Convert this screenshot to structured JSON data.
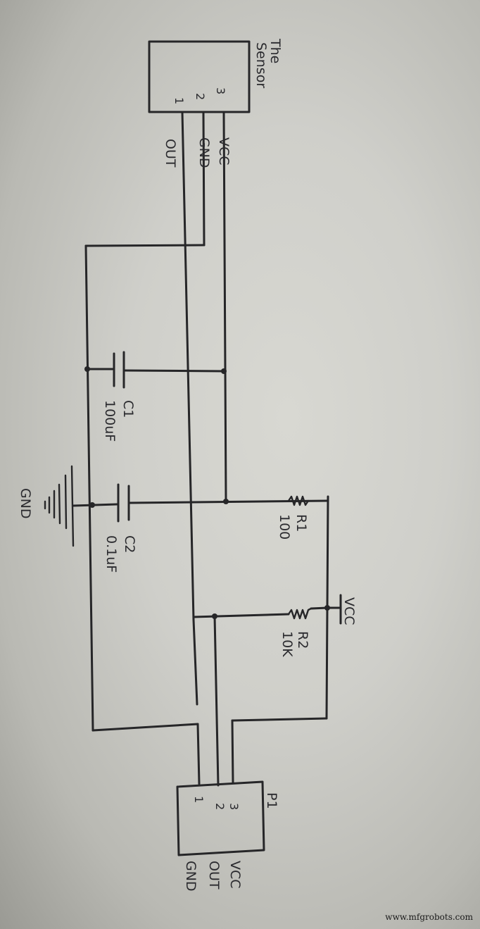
{
  "title": "The Sensor",
  "sensor": {
    "label": "The Sensor",
    "pins": [
      {
        "number": "3",
        "name": "VCC"
      },
      {
        "number": "2",
        "name": "GND"
      },
      {
        "number": "1",
        "name": "OUT"
      }
    ]
  },
  "connector": {
    "label": "P1",
    "pins": [
      {
        "number": "3",
        "name": "VCC"
      },
      {
        "number": "2",
        "name": "OUT"
      },
      {
        "number": "1",
        "name": "GND"
      }
    ]
  },
  "components": {
    "c1": {
      "ref": "C1",
      "value": "100uF"
    },
    "c2": {
      "ref": "C2",
      "value": "0.1uF"
    },
    "r1": {
      "ref": "R1",
      "value": "100"
    },
    "r2": {
      "ref": "R2",
      "value": "10K"
    }
  },
  "rails": {
    "vcc": "VCC",
    "gnd": "GND"
  },
  "watermark": "www.mfgrobots.com",
  "colors": {
    "ink": "#262628",
    "paper": "#d4d4ce"
  }
}
